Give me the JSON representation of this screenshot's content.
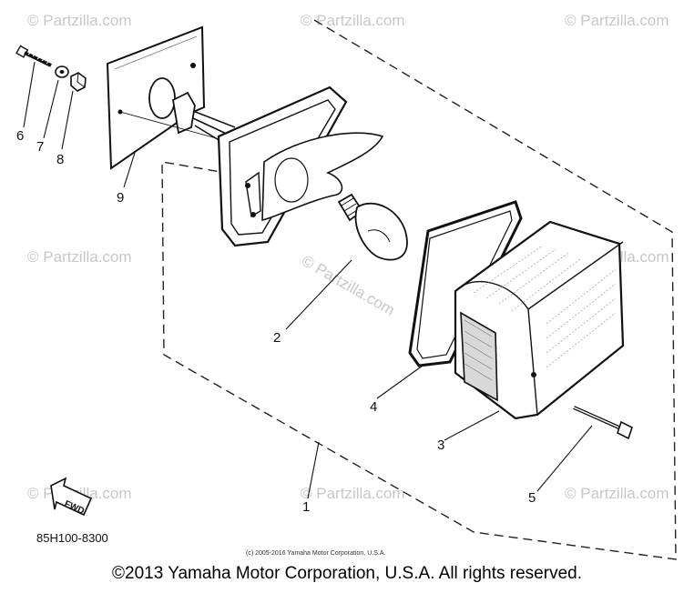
{
  "diagram": {
    "callouts": [
      "1",
      "2",
      "3",
      "4",
      "5",
      "6",
      "7",
      "8",
      "9"
    ],
    "part_number": "85H100-8300",
    "fwd_label": "FWD",
    "inner_copyright": "(c) 2005-2016 Yamaha Motor Corporation, U.S.A.",
    "watermark_text": "© Partzilla.com",
    "watermark_large": "© Partzilla.com"
  },
  "footer": {
    "copyright": "©2013 Yamaha Motor Corporation, U.S.A. All rights reserved."
  }
}
